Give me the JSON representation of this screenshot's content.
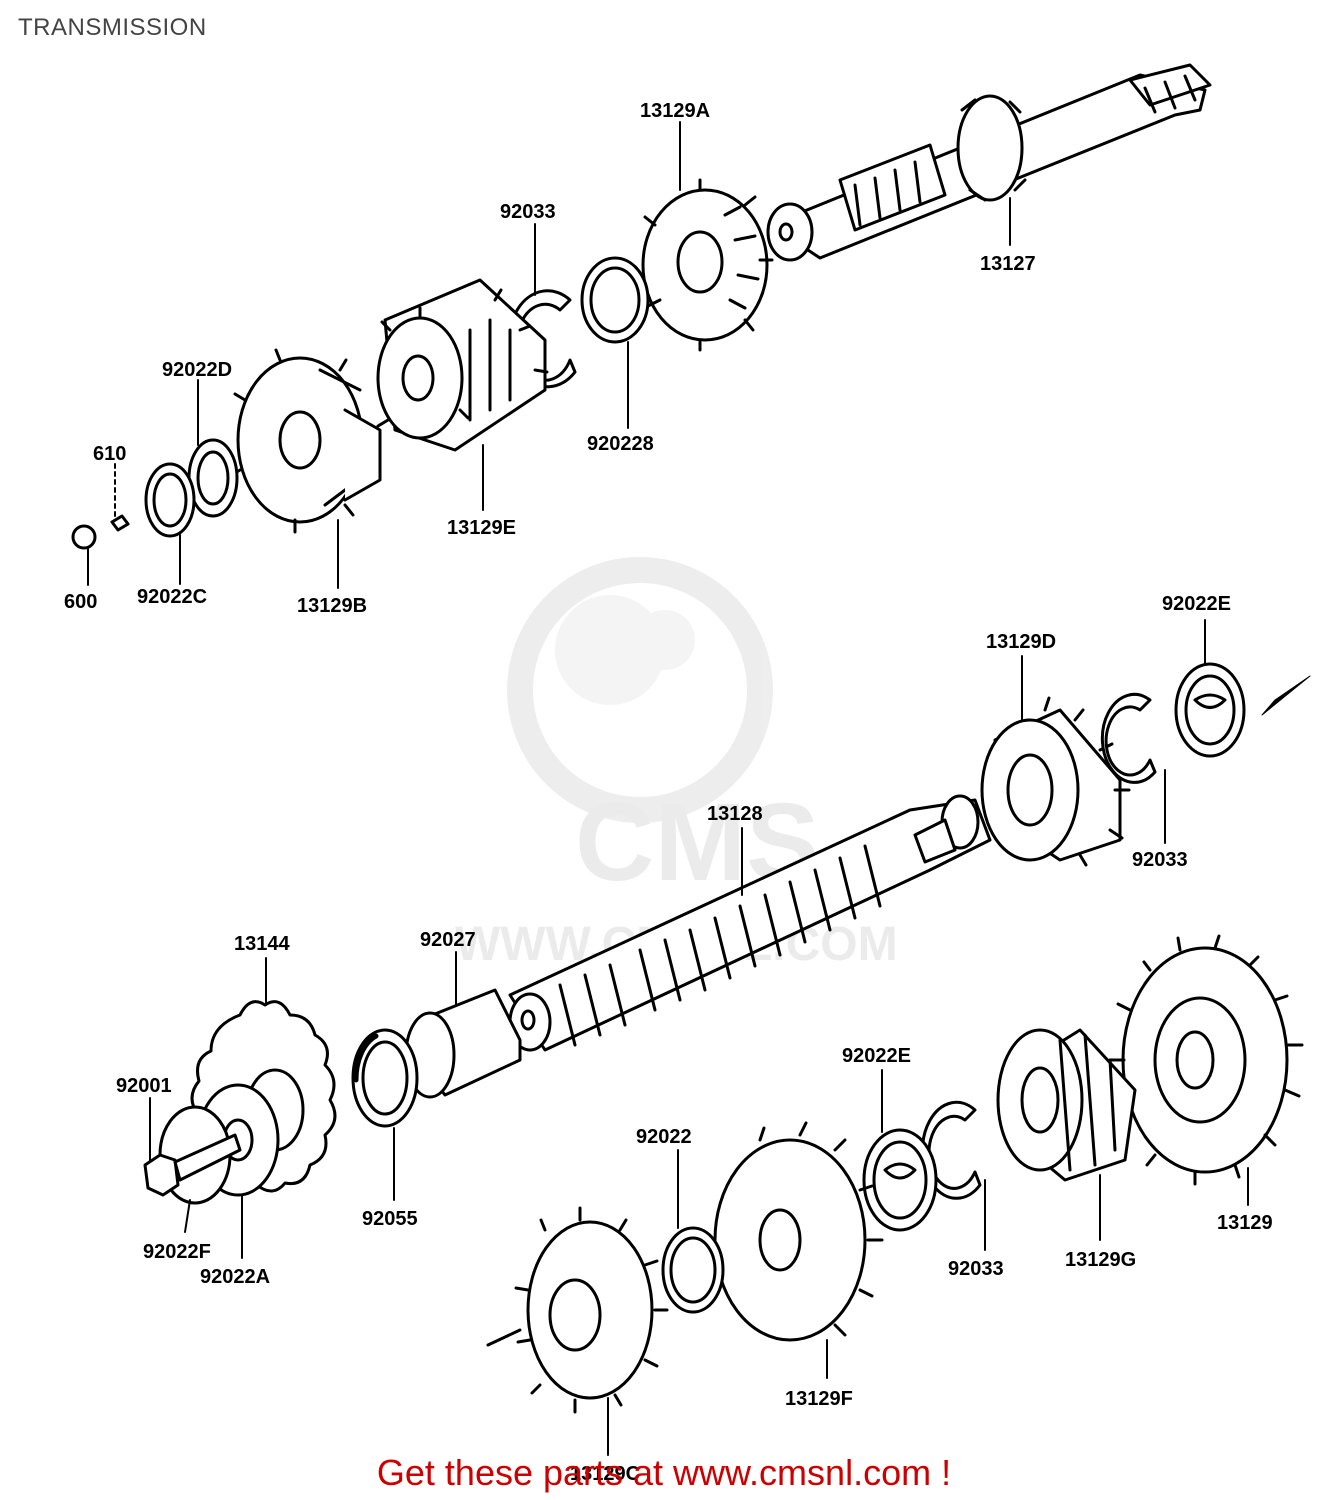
{
  "page": {
    "title": "TRANSMISSION",
    "footer": "Get these parts at www.cmsnl.com !"
  },
  "watermark": {
    "brand": "CMS",
    "url": "WWW.CMSNL.COM"
  },
  "parts": [
    {
      "id": "p1",
      "label": "13129A"
    },
    {
      "id": "p2",
      "label": "92033"
    },
    {
      "id": "p3",
      "label": "13127"
    },
    {
      "id": "p4",
      "label": "92022D"
    },
    {
      "id": "p5",
      "label": "610"
    },
    {
      "id": "p6",
      "label": "600"
    },
    {
      "id": "p7",
      "label": "92022C"
    },
    {
      "id": "p8",
      "label": "13129B"
    },
    {
      "id": "p9",
      "label": "13129E"
    },
    {
      "id": "p10",
      "label": "920228"
    },
    {
      "id": "p11",
      "label": "13129D"
    },
    {
      "id": "p12",
      "label": "92022E"
    },
    {
      "id": "p13",
      "label": "13128"
    },
    {
      "id": "p14",
      "label": "92033"
    },
    {
      "id": "p15",
      "label": "13144"
    },
    {
      "id": "p16",
      "label": "92027"
    },
    {
      "id": "p17",
      "label": "92001"
    },
    {
      "id": "p18",
      "label": "92055"
    },
    {
      "id": "p19",
      "label": "92022F"
    },
    {
      "id": "p20",
      "label": "92022A"
    },
    {
      "id": "p21",
      "label": "92022E"
    },
    {
      "id": "p22",
      "label": "92022"
    },
    {
      "id": "p23",
      "label": "92033"
    },
    {
      "id": "p24",
      "label": "13129G"
    },
    {
      "id": "p25",
      "label": "13129"
    },
    {
      "id": "p26",
      "label": "13129F"
    },
    {
      "id": "p27",
      "label": "13129C"
    }
  ]
}
